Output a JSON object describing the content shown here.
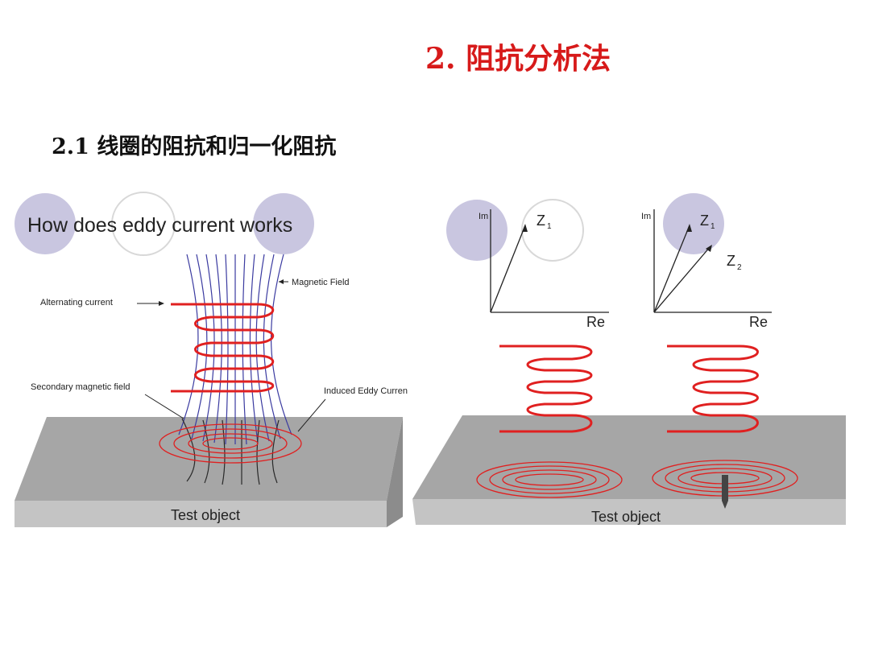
{
  "slide": {
    "title": "2. 阻抗分析法",
    "subtitle": "2.1 线圈的阻抗和归一化阻抗"
  },
  "left_figure": {
    "heading": "How does eddy current works",
    "labels": {
      "magnetic_field": "Magnetic Field",
      "alternating_current": "Alternating current",
      "secondary_field": "Secondary magnetic field",
      "induced_eddy": "Induced Eddy Curren",
      "test_object": "Test object"
    }
  },
  "right_figure": {
    "phasor_left": {
      "im": "Im",
      "re": "Re",
      "z1": "Z",
      "z1_sub": "1"
    },
    "phasor_right": {
      "im": "Im",
      "re": "Re",
      "z1": "Z",
      "z1_sub": "1",
      "z2": "Z",
      "z2_sub": "2"
    },
    "test_object": "Test object"
  },
  "colors": {
    "title_red": "#d71a1a",
    "coil_red": "#e02020",
    "field_blue": "#3a3aa0",
    "plate_gray": "#a6a6a6",
    "circle_lavender": "#c9c6e0"
  }
}
